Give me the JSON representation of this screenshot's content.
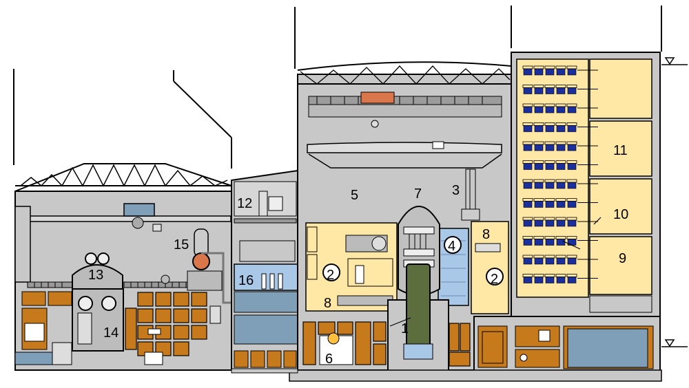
{
  "labels": {
    "l1": "1",
    "l2a": "2",
    "l2b": "2",
    "l3": "3",
    "l4": "4",
    "l5": "5",
    "l6": "6",
    "l7": "7",
    "l8a": "8",
    "l8b": "8",
    "l9": "9",
    "l10": "10",
    "l11": "11",
    "l12": "12",
    "l13": "13",
    "l14": "14",
    "l15": "15",
    "l16": "16"
  },
  "colors": {
    "outline": "#000000",
    "structure_gray": "#c8c8c8",
    "dark_gray": "#8a8a8a",
    "room_orange": "#c77a1c",
    "fuel_yellow": "#ffe7a6",
    "fuel_cell_blue": "#1a2f9c",
    "pool_blue": "#a9c8e8",
    "tank_blue": "#7e9fb7",
    "crane_red": "#d9764a",
    "reactor_green": "#5c6e3e"
  },
  "icons": {
    "water_level_marker": "triangle-down-icon"
  }
}
